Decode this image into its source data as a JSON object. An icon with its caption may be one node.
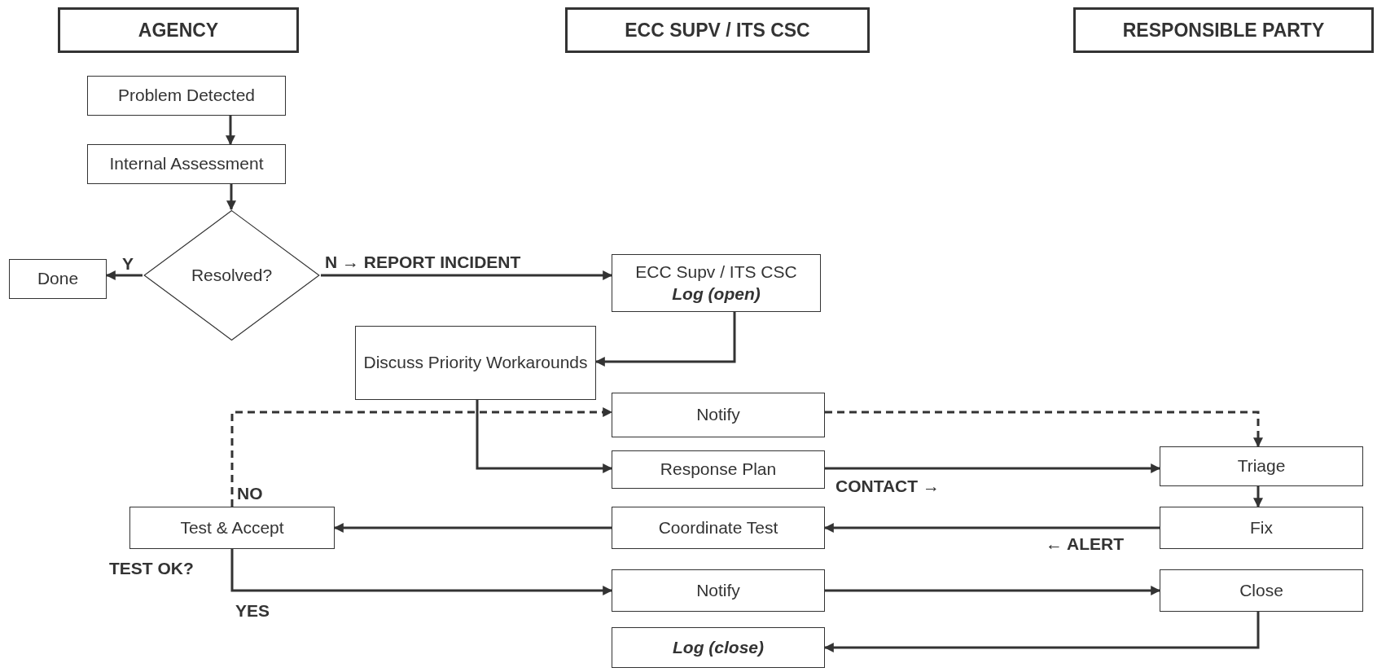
{
  "diagram": {
    "nodes": [
      {
        "text": [
          "AGENCY"
        ]
      },
      {
        "text": [
          "ECC SUPV / ITS CSC"
        ]
      },
      {
        "text": [
          "RESPONSIBLE PARTY"
        ]
      },
      {
        "text": [
          "Problem Detected"
        ]
      },
      {
        "text": [
          "Internal Assessment"
        ]
      },
      {
        "text": [
          "Resolved?"
        ]
      },
      {
        "text": [
          "Done"
        ]
      },
      {
        "text": [
          "ECC Supv / ITS CSC",
          "Log (open)"
        ]
      },
      {
        "text": [
          "Discuss Priority Workarounds"
        ]
      },
      {
        "text": [
          "Notify"
        ]
      },
      {
        "text": [
          "Response Plan"
        ]
      },
      {
        "text": [
          "Triage"
        ]
      },
      {
        "text": [
          "Test & Accept"
        ]
      },
      {
        "text": [
          "Coordinate Test"
        ]
      },
      {
        "text": [
          "Fix"
        ]
      },
      {
        "text": [
          "Notify"
        ]
      },
      {
        "text": [
          "Close"
        ]
      },
      {
        "text": [
          "Log (close)"
        ]
      }
    ],
    "edges": [
      {
        "from": 3,
        "to": 4,
        "arrow": "to"
      },
      {
        "from": 4,
        "to": 5,
        "arrow": "to"
      },
      {
        "from": 5,
        "to": 6,
        "arrow": "to",
        "label": "Y"
      },
      {
        "from": 5,
        "to": 7,
        "arrow": "to",
        "label": "N → REPORT INCIDENT"
      },
      {
        "from": 7,
        "to": 8,
        "arrow": "to"
      },
      {
        "from": 8,
        "to": 10,
        "arrow": "to"
      },
      {
        "from": 10,
        "to": 11,
        "arrow": "to",
        "label": "CONTACT →"
      },
      {
        "from": 9,
        "to": 11,
        "arrow": "to",
        "style": "dashed"
      },
      {
        "from": 11,
        "to": 14,
        "arrow": "to"
      },
      {
        "from": 14,
        "to": 13,
        "arrow": "to",
        "label": "← ALERT"
      },
      {
        "from": 13,
        "to": 12,
        "arrow": "to"
      },
      {
        "from": 12,
        "to": 9,
        "arrow": "to",
        "style": "dashed",
        "label": "NO"
      },
      {
        "from": 12,
        "to": 15,
        "arrow": "to",
        "label": "YES"
      },
      {
        "from": 15,
        "to": 16,
        "arrow": "to"
      },
      {
        "from": 16,
        "to": 17,
        "arrow": "to"
      }
    ],
    "labels": [
      "TEST OK?"
    ]
  }
}
